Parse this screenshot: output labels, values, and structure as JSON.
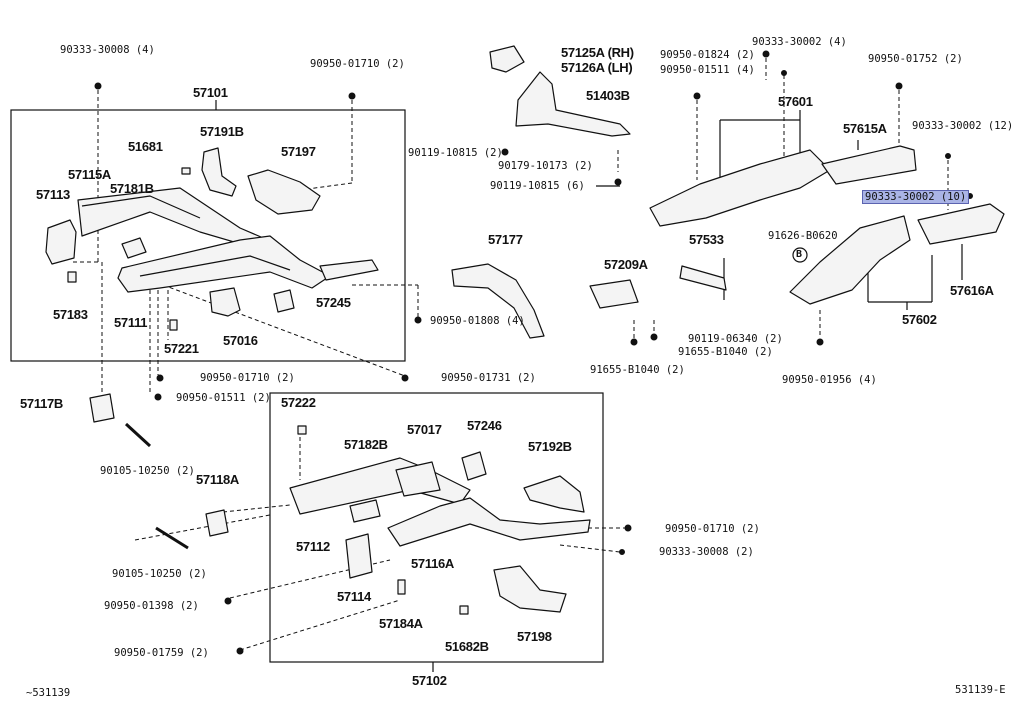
{
  "diagram": {
    "labels": {
      "p57101": "57101",
      "p57102": "57102",
      "p57191B": "57191B",
      "p51681": "51681",
      "p57197": "57197",
      "p57115A": "57115A",
      "p57113": "57113",
      "p57181B": "57181B",
      "p57183": "57183",
      "p57111": "57111",
      "p57221": "57221",
      "p57016": "57016",
      "p57245": "57245",
      "p57117B": "57117B",
      "p57118A": "57118A",
      "p57222": "57222",
      "p57182B": "57182B",
      "p57017": "57017",
      "p57246": "57246",
      "p57192B": "57192B",
      "p57112": "57112",
      "p57116A": "57116A",
      "p57114": "57114",
      "p57184A": "57184A",
      "p51682B": "51682B",
      "p57198": "57198",
      "p57125A": "57125A (RH)",
      "p57126A": "57126A (LH)",
      "p51403B": "51403B",
      "p57177": "57177",
      "p57209A": "57209A",
      "p57533": "57533",
      "p57601": "57601",
      "p57615A": "57615A",
      "p57616A": "57616A",
      "p57602": "57602",
      "p91626": "91626-B0620",
      "markB": "B",
      "f_30008_4_top": "90333-30008 (4)",
      "f_01710_2_top": "90950-01710 (2)",
      "f_01824_2": "90950-01824 (2)",
      "f_01511_4": "90950-01511 (4)",
      "f_30002_4": "90333-30002 (4)",
      "f_01752_2": "90950-01752 (2)",
      "f_30002_12": "90333-30002 (12)",
      "f_30002_10": "90333-30002 (10)",
      "f_10815_2": "90119-10815 (2)",
      "f_10173_2": "90179-10173 (2)",
      "f_10815_6": "90119-10815 (6)",
      "f_01808_4": "90950-01808 (4)",
      "f_06340_2": "90119-06340 (2)",
      "f_b1040_2a": "91655-B1040 (2)",
      "f_b1040_2b": "91655-B1040 (2)",
      "f_01956_4": "90950-01956 (4)",
      "f_01710_2_mid": "90950-01710 (2)",
      "f_01731_2": "90950-01731 (2)",
      "f_01511_2": "90950-01511 (2)",
      "f_10250_2a": "90105-10250 (2)",
      "f_10250_2b": "90105-10250 (2)",
      "f_01398_2": "90950-01398 (2)",
      "f_01759_2": "90950-01759 (2)",
      "f_01710_2_right": "90950-01710 (2)",
      "f_30008_2": "90333-30008 (2)",
      "code_left": "~531139",
      "code_right": "531139-E"
    }
  }
}
